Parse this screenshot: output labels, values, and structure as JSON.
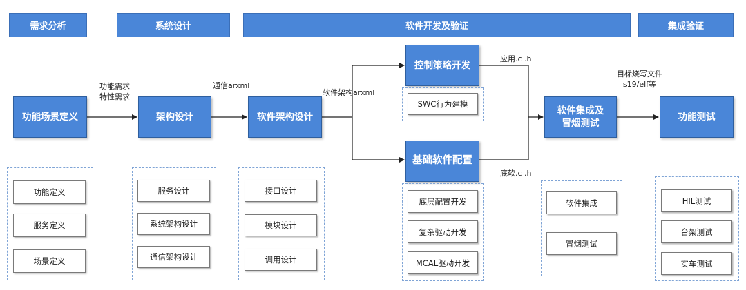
{
  "phases": {
    "requirements": "需求分析",
    "system_design": "系统设计",
    "sw_dev": "软件开发及验证",
    "integration": "集成验证"
  },
  "steps": {
    "function_scenario": "功能场景定义",
    "architecture": "架构设计",
    "sw_architecture": "软件架构设计",
    "control_strategy": "控制策略开发",
    "base_sw_config": "基础软件配置",
    "sw_integration": "软件集成及\n冒烟测试",
    "function_test": "功能测试"
  },
  "flow_labels": {
    "func_req": "功能需求\n特性需求",
    "comm_arxml": "通信arxml",
    "sw_arxml": "软件架构arxml",
    "app_ch": "应用.c .h",
    "base_ch": "底软.c .h",
    "target_file": "目标烧写文件\ns19/elf等"
  },
  "substeps": {
    "function_scenario": [
      "功能定义",
      "服务定义",
      "场景定义"
    ],
    "architecture": [
      "服务设计",
      "系统架构设计",
      "通信架构设计"
    ],
    "sw_architecture": [
      "接口设计",
      "模块设计",
      "调用设计"
    ],
    "control_strategy": [
      "SWC行为建模"
    ],
    "base_sw_config": [
      "底层配置开发",
      "复杂驱动开发",
      "MCAL驱动开发"
    ],
    "sw_integration": [
      "软件集成",
      "冒烟测试"
    ],
    "function_test": [
      "HIL测试",
      "台架测试",
      "实车测试"
    ]
  }
}
